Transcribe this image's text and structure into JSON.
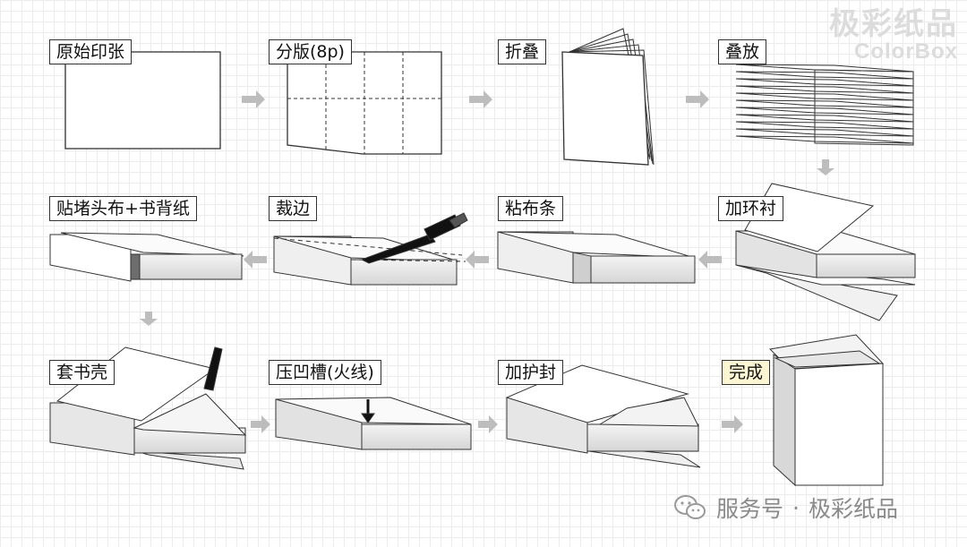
{
  "watermark": {
    "zh": "极彩纸品",
    "en": "ColorBox"
  },
  "steps": [
    {
      "label": "原始印张"
    },
    {
      "label": "分版(8p)"
    },
    {
      "label": "折叠"
    },
    {
      "label": "叠放"
    },
    {
      "label": "加环衬"
    },
    {
      "label": "粘布条"
    },
    {
      "label": "裁边"
    },
    {
      "label": "贴堵头布+书背纸"
    },
    {
      "label": "套书壳"
    },
    {
      "label": "压凹槽(火线)"
    },
    {
      "label": "加护封"
    },
    {
      "label": "完成"
    }
  ],
  "footer": {
    "prefix": "服务号",
    "separator": "·",
    "name": "极彩纸品",
    "icon": "wechat-icon"
  },
  "colors": {
    "arrow": "#bdbdbd",
    "done_label_bg": "#fcf6d2",
    "line": "#333333"
  }
}
